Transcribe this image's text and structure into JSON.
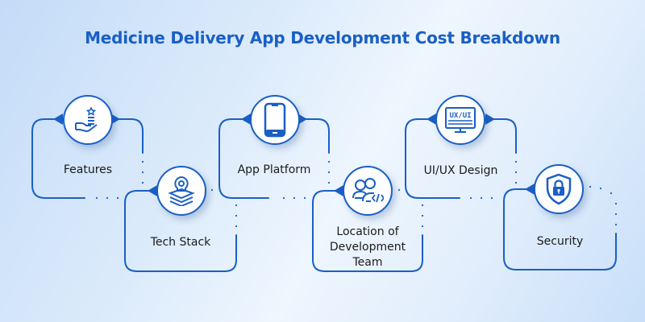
{
  "title": "Medicine Delivery App Development Cost Breakdown",
  "colors": {
    "accent": "#1a5fc4",
    "text": "#1b1b1b",
    "background_start": "#c4dcf8",
    "background_mid": "#eef6fe"
  },
  "steps": [
    {
      "label": "Features",
      "icon": "hand-star-icon"
    },
    {
      "label": "Tech Stack",
      "icon": "bulb-layers-icon"
    },
    {
      "label": "App Platform",
      "icon": "smartphone-icon"
    },
    {
      "label": "Location of Development Team",
      "icon": "team-code-icon"
    },
    {
      "label": "UI/UX Design",
      "icon": "monitor-uxui-icon",
      "icon_text": "UX/UI"
    },
    {
      "label": "Security",
      "icon": "shield-lock-icon"
    }
  ]
}
